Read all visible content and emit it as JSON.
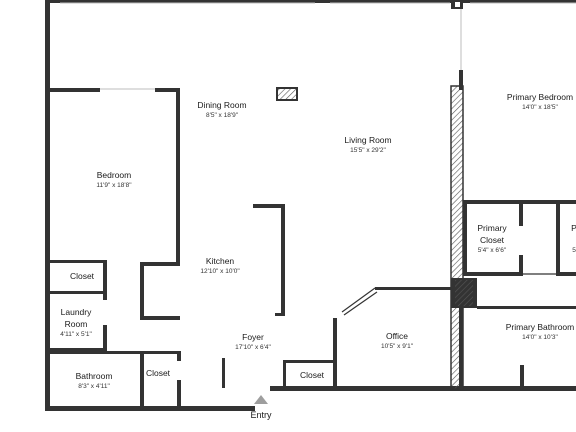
{
  "plan": {
    "rooms": [
      {
        "name": "Dining Room",
        "dims": "8'5\" x 18'9\""
      },
      {
        "name": "Living Room",
        "dims": "15'5\" x 29'2\""
      },
      {
        "name": "Primary Bedroom",
        "dims": "14'0\" x 18'5\""
      },
      {
        "name": "Bedroom",
        "dims": "11'9\" x 18'8\""
      },
      {
        "name": "Primary",
        "name2": "Closet",
        "dims": "5'4\" x 6'6\""
      },
      {
        "name": "Kitchen",
        "dims": "12'10\" x 10'0\""
      },
      {
        "name": "Closet",
        "dims": ""
      },
      {
        "name": "Laundry",
        "name2": "Room",
        "dims": "4'11\" x 5'1\""
      },
      {
        "name": "Foyer",
        "dims": "17'10\" x 6'4\""
      },
      {
        "name": "Office",
        "dims": "10'5\" x 9'1\""
      },
      {
        "name": "Primary Bathroom",
        "dims": "14'0\" x 10'3\""
      },
      {
        "name": "Bathroom",
        "dims": "8'3\" x 4'11\""
      },
      {
        "name": "Closet",
        "dims": ""
      },
      {
        "name": "Closet",
        "dims": ""
      },
      {
        "name": "P",
        "name2": "",
        "dims": "5"
      }
    ],
    "entry_label": "Entry",
    "colors": {
      "wall": "#333333",
      "window": "#bdbdbd",
      "hatch": "#555555"
    }
  }
}
